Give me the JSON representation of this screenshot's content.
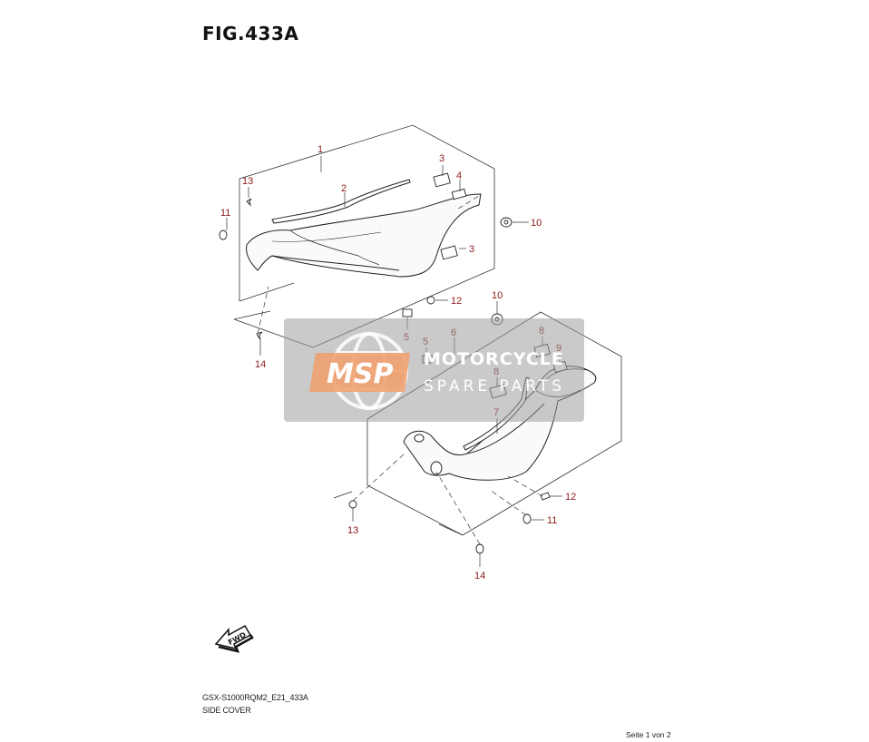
{
  "figure": {
    "title": "FIG.433A",
    "model_code": "GSX-S1000RQM2_E21_433A",
    "section_name": "SIDE COVER",
    "page": "Seite 1 von 2"
  },
  "callouts": {
    "c1": "1",
    "c2": "2",
    "c3a": "3",
    "c3b": "3",
    "c4": "4",
    "c5a": "5",
    "c5b": "5",
    "c6": "6",
    "c7": "7",
    "c8a": "8",
    "c8b": "8",
    "c9": "9",
    "c10a": "10",
    "c10b": "10",
    "c11a": "11",
    "c11b": "11",
    "c12a": "12",
    "c12b": "12",
    "c13a": "13",
    "c13b": "13",
    "c14a": "14",
    "c14b": "14"
  },
  "fwd_label": "FWD",
  "watermark": {
    "logo": "MSP",
    "line1": "MOTORCYCLE",
    "line2": "SPARE PARTS"
  },
  "colors": {
    "callout": "#8b1a1a",
    "watermark_bg": "#9e9e9e",
    "watermark_logo": "#f0a070",
    "line": "#333333"
  }
}
